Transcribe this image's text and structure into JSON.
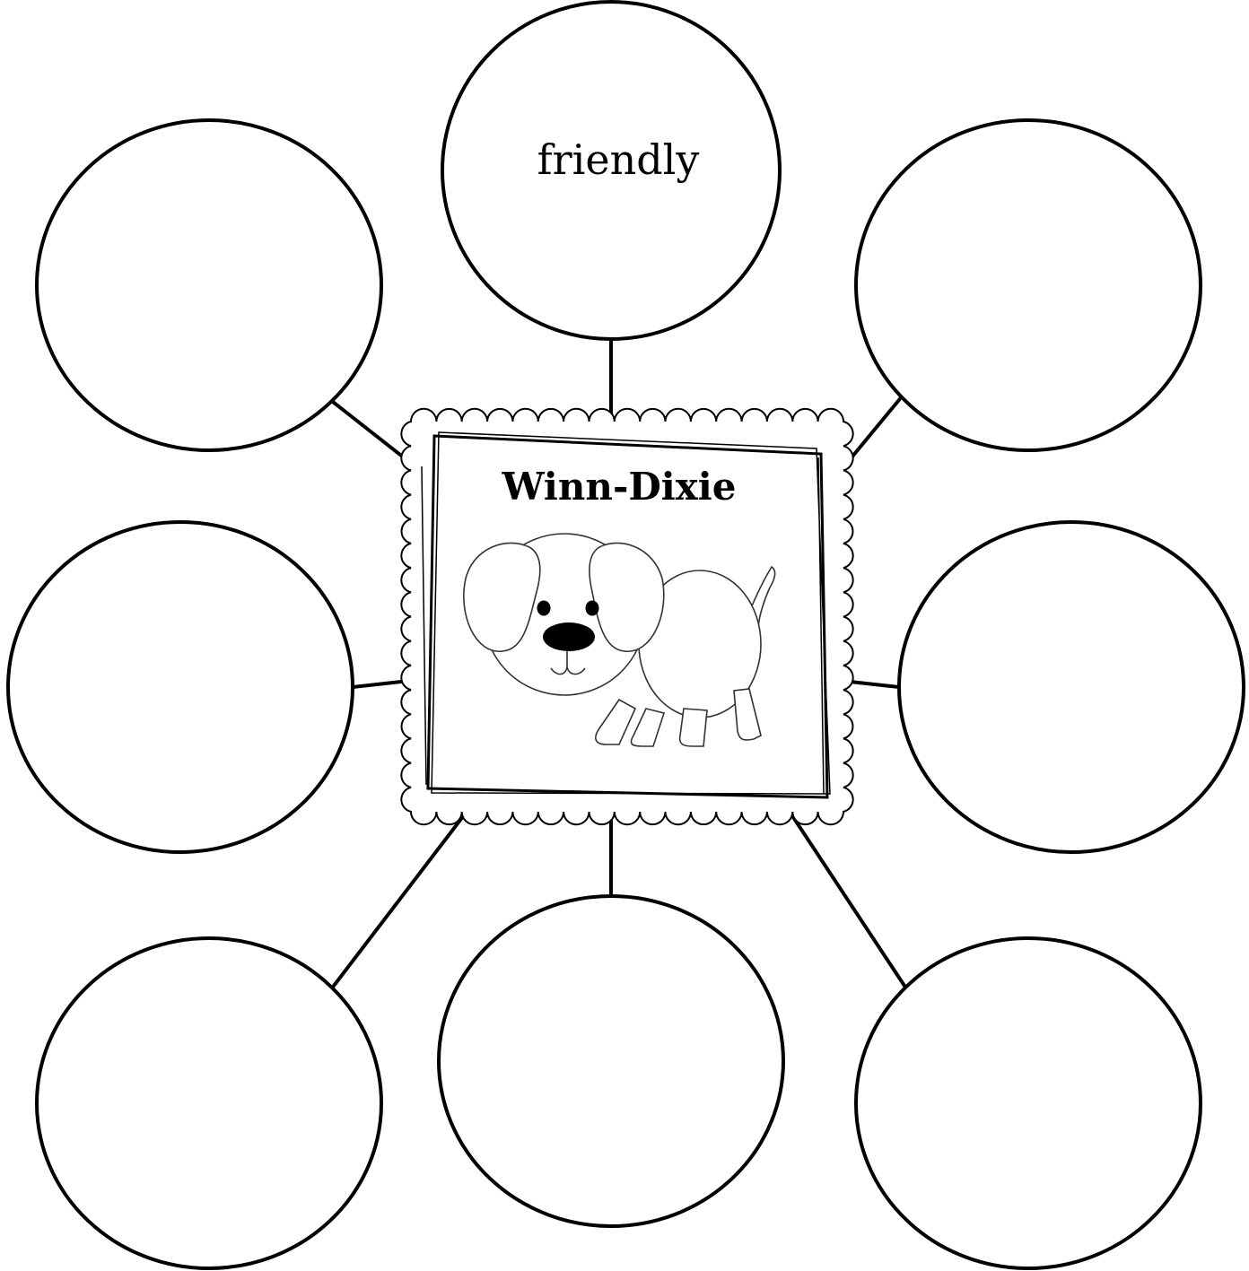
{
  "center": {
    "title": "Winn-Dixie",
    "image": "dog-icon"
  },
  "bubbles": [
    {
      "id": "top",
      "label": "friendly"
    },
    {
      "id": "upper-left",
      "label": ""
    },
    {
      "id": "upper-right",
      "label": ""
    },
    {
      "id": "middle-left",
      "label": ""
    },
    {
      "id": "middle-right",
      "label": ""
    },
    {
      "id": "lower-left",
      "label": ""
    },
    {
      "id": "bottom",
      "label": ""
    },
    {
      "id": "lower-right",
      "label": ""
    }
  ],
  "colors": {
    "stroke": "#000000",
    "background": "#ffffff"
  }
}
